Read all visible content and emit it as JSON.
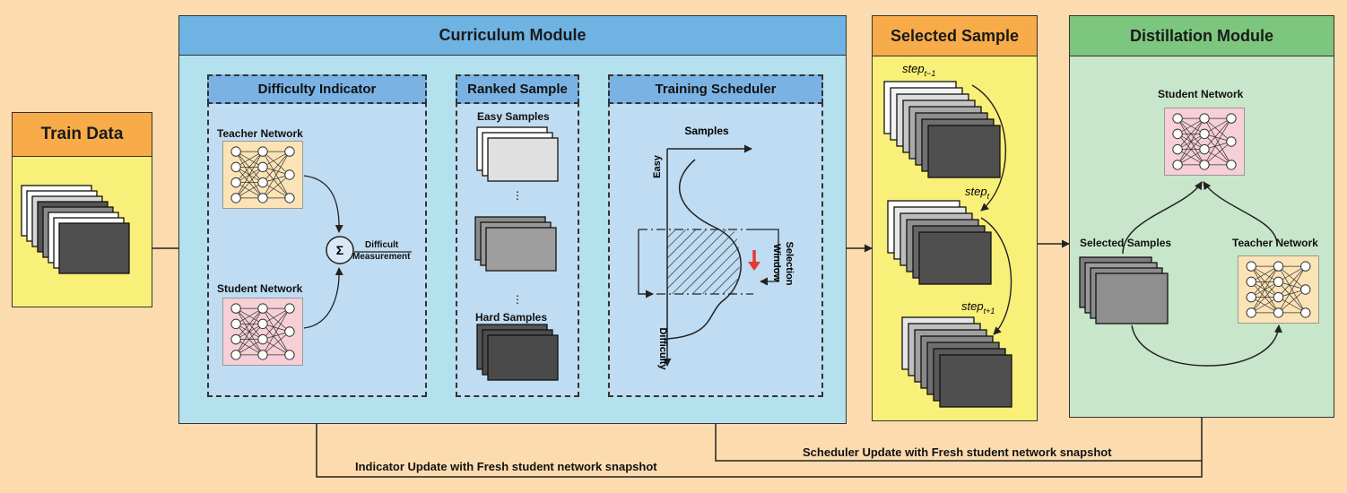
{
  "train_data": {
    "title": "Train Data"
  },
  "curriculum": {
    "title": "Curriculum Module",
    "difficulty_indicator": {
      "title": "Difficulty Indicator",
      "teacher_label": "Teacher Network",
      "student_label": "Student Network",
      "sum_symbol": "Σ",
      "measure_line1": "Difficult",
      "measure_line2": "Measurement"
    },
    "ranked_sample": {
      "title": "Ranked Sample",
      "easy_label": "Easy Samples",
      "hard_label": "Hard Samples"
    },
    "training_scheduler": {
      "title": "Training Scheduler",
      "samples_label": "Samples",
      "easy_label": "Easy",
      "difficulty_label": "Difficulty",
      "window_line1": "Selection",
      "window_line2": "Window"
    }
  },
  "selected_sample": {
    "title": "Selected Sample",
    "step_prev_base": "step",
    "step_prev_sub": "t−1",
    "step_cur_base": "step",
    "step_cur_sub": "t",
    "step_next_base": "step",
    "step_next_sub": "t+1"
  },
  "distillation": {
    "title": "Distillation  Module",
    "student_label": "Student Network",
    "selected_label": "Selected Samples",
    "teacher_label": "Teacher Network"
  },
  "feedback": {
    "scheduler_update": "Scheduler Update  with Fresh student network snapshot",
    "indicator_update": "Indicator Update with Fresh student network snapshot"
  },
  "colors": {
    "background": "#fcdcaf",
    "header_orange": "#f7ac49",
    "panel_yellow": "#f9f07a",
    "curriculum_header": "#6fb3e3",
    "curriculum_body": "#b4e1ee",
    "inner_panel": "#bfdcf2",
    "distill_header": "#7dc67e",
    "distill_body": "#c8e6c9",
    "teacher_net": "#fbe3b6",
    "student_net": "#f7cfd6",
    "down_arrow": "#e53935"
  }
}
